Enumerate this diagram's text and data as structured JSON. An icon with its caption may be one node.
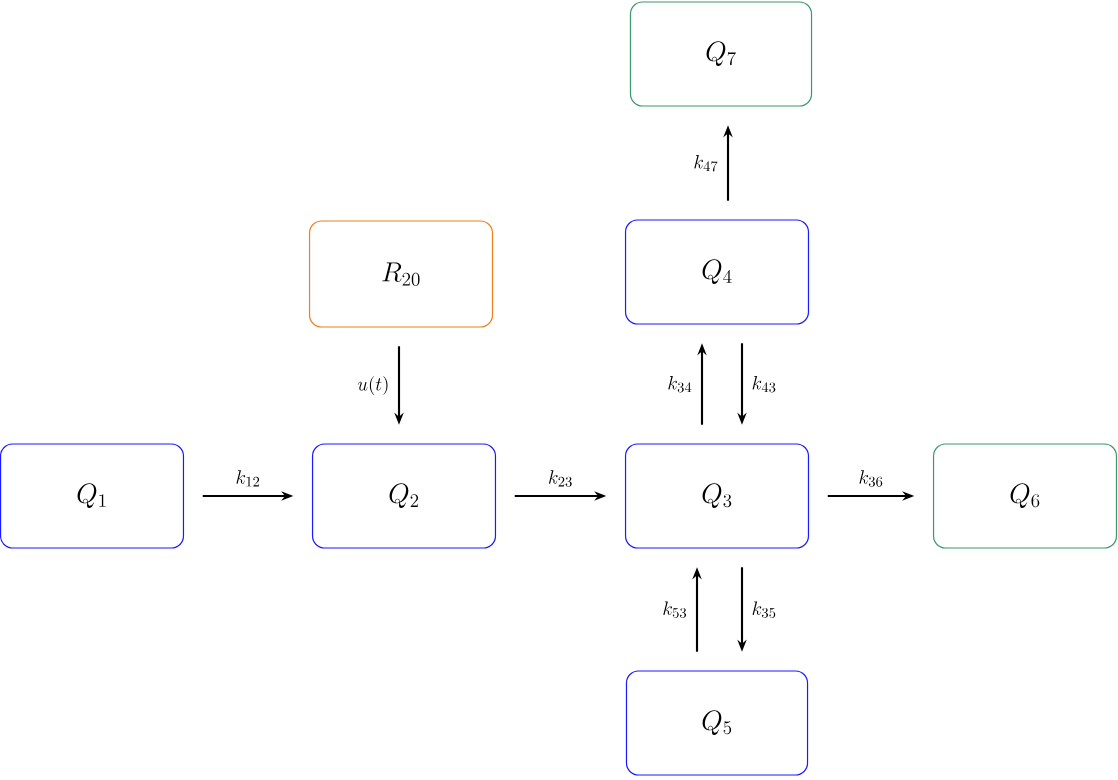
{
  "diagram": {
    "nodes": [
      {
        "text": [
          "Q_{7}"
        ]
      },
      {
        "text": [
          "R_{20}"
        ]
      },
      {
        "text": [
          "Q_{4}"
        ]
      },
      {
        "text": [
          "Q_{1}"
        ]
      },
      {
        "text": [
          "Q_{2}"
        ]
      },
      {
        "text": [
          "Q_{3}"
        ]
      },
      {
        "text": [
          "Q_{6}"
        ]
      },
      {
        "text": [
          "Q_{5}"
        ]
      }
    ],
    "edges": [
      {
        "from": 3,
        "to": 4,
        "arrow": "to",
        "label": "k_{12}"
      },
      {
        "from": 1,
        "to": 4,
        "arrow": "to",
        "label": "u(t)"
      },
      {
        "from": 4,
        "to": 5,
        "arrow": "to",
        "label": "k_{23}"
      },
      {
        "from": 5,
        "to": 2,
        "arrow": "to",
        "label": "k_{34}"
      },
      {
        "from": 2,
        "to": 5,
        "arrow": "to",
        "label": "k_{43}"
      },
      {
        "from": 5,
        "to": 6,
        "arrow": "to",
        "label": "k_{36}"
      },
      {
        "from": 2,
        "to": 0,
        "arrow": "to",
        "label": "k_{47}"
      },
      {
        "from": 7,
        "to": 5,
        "arrow": "to",
        "label": "k_{53}"
      },
      {
        "from": 5,
        "to": 7,
        "arrow": "to",
        "label": "k_{35}"
      }
    ]
  }
}
